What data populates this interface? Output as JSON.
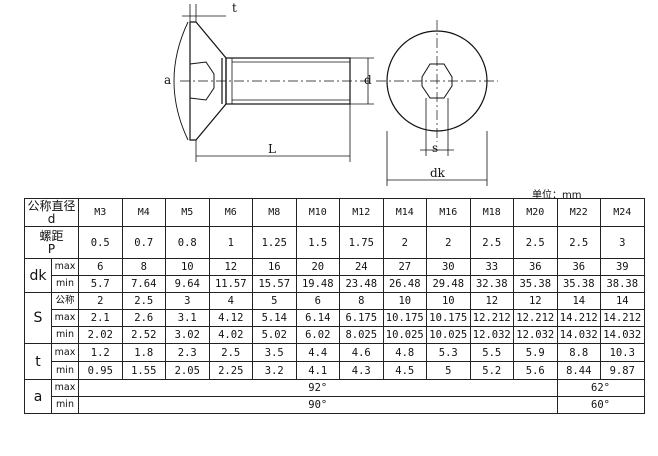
{
  "drawing_labels": {
    "t": "t",
    "a": "a",
    "d": "d",
    "L": "L",
    "s": "s",
    "dk": "dk"
  },
  "unit": "单位：mm",
  "table": {
    "nominal_label": [
      "公称直径",
      "d"
    ],
    "pitch_label": [
      "螺距",
      "P"
    ],
    "sizes": [
      "M3",
      "M4",
      "M5",
      "M6",
      "M8",
      "M10",
      "M12",
      "M14",
      "M16",
      "M18",
      "M20",
      "M22",
      "M24"
    ],
    "pitch": [
      "0.5",
      "0.7",
      "0.8",
      "1",
      "1.25",
      "1.5",
      "1.75",
      "2",
      "2",
      "2.5",
      "2.5",
      "2.5",
      "3"
    ],
    "dk": {
      "label": "dk",
      "max": {
        "label": "max",
        "values": [
          "6",
          "8",
          "10",
          "12",
          "16",
          "20",
          "24",
          "27",
          "30",
          "33",
          "36",
          "36",
          "39"
        ]
      },
      "min": {
        "label": "min",
        "values": [
          "5.7",
          "7.64",
          "9.64",
          "11.57",
          "15.57",
          "19.48",
          "23.48",
          "26.48",
          "29.48",
          "32.38",
          "35.38",
          "35.38",
          "38.38"
        ]
      }
    },
    "s": {
      "label": "S",
      "nominal": {
        "label": "公称",
        "values": [
          "2",
          "2.5",
          "3",
          "4",
          "5",
          "6",
          "8",
          "10",
          "10",
          "12",
          "12",
          "14",
          "14"
        ]
      },
      "max": {
        "label": "max",
        "values": [
          "2.1",
          "2.6",
          "3.1",
          "4.12",
          "5.14",
          "6.14",
          "6.175",
          "10.175",
          "10.175",
          "12.212",
          "12.212",
          "14.212",
          "14.212"
        ]
      },
      "min": {
        "label": "min",
        "values": [
          "2.02",
          "2.52",
          "3.02",
          "4.02",
          "5.02",
          "6.02",
          "8.025",
          "10.025",
          "10.025",
          "12.032",
          "12.032",
          "14.032",
          "14.032"
        ]
      }
    },
    "t": {
      "label": "t",
      "max": {
        "label": "max",
        "values": [
          "1.2",
          "1.8",
          "2.3",
          "2.5",
          "3.5",
          "4.4",
          "4.6",
          "4.8",
          "5.3",
          "5.5",
          "5.9",
          "8.8",
          "10.3"
        ]
      },
      "min": {
        "label": "min",
        "values": [
          "0.95",
          "1.55",
          "2.05",
          "2.25",
          "3.2",
          "4.1",
          "4.3",
          "4.5",
          "5",
          "5.2",
          "5.6",
          "8.44",
          "9.87"
        ]
      }
    },
    "a": {
      "label": "a",
      "max": {
        "label": "max",
        "value_main": "92°",
        "value_last": "62°"
      },
      "min": {
        "label": "min",
        "value_main": "90°",
        "value_last": "60°"
      }
    }
  }
}
